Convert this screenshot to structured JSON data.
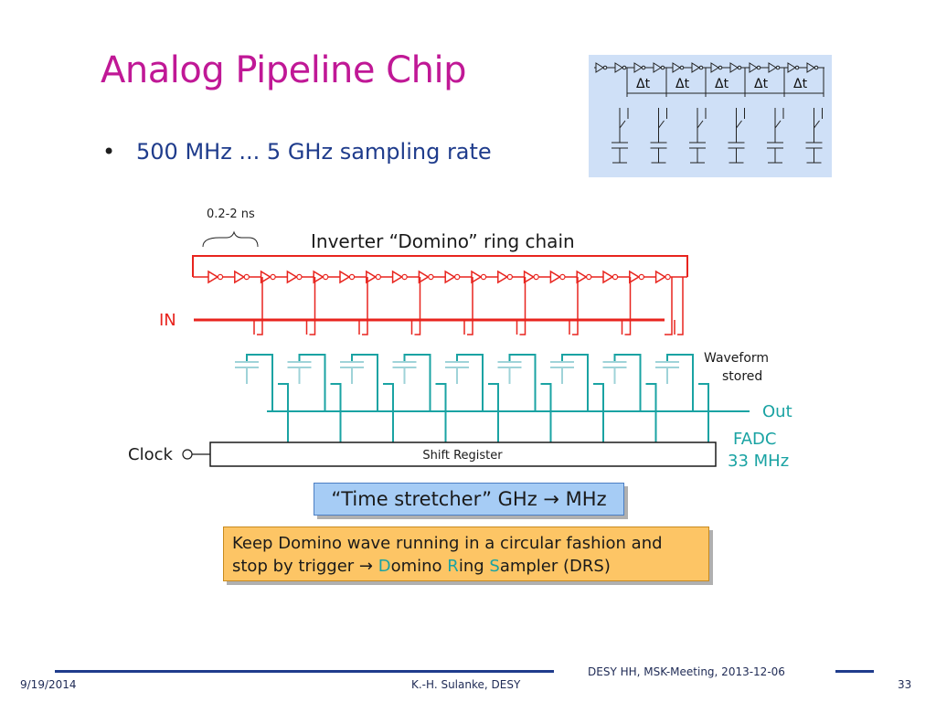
{
  "slide": {
    "title": "Analog Pipeline Chip",
    "bullets": [
      {
        "symbol": "•",
        "text": "500 MHz ... 5 GHz sampling rate"
      }
    ]
  },
  "inset_diagram": {
    "delay_label": "Δt",
    "stage_count": 5
  },
  "main_diagram": {
    "timing_label": "0.2-2 ns",
    "chain_label": "Inverter “Domino” ring chain",
    "input_label": "IN",
    "waveform_label_line1": "Waveform",
    "waveform_label_line2": "stored",
    "output_label": "Out",
    "fadc_label_line1": "FADC",
    "fadc_label_line2": "33 MHz",
    "clock_label": "Clock",
    "shift_register_label": "Shift Register",
    "colors": {
      "red": "#e8241e",
      "teal": "#1aa3a3",
      "black": "#1a1a1a"
    }
  },
  "callouts": {
    "time_stretcher": "“Time stretcher” GHz → MHz",
    "keep_line1": "Keep Domino wave running in a circular fashion and",
    "keep_line2_prefix": "stop by trigger → ",
    "keep_d": "D",
    "keep_omino": "omino ",
    "keep_r": "R",
    "keep_ing": "ing ",
    "keep_s": "S",
    "keep_ampler": "ampler (DRS)"
  },
  "footer": {
    "date": "9/19/2014",
    "author": "K.-H. Sulanke, DESY",
    "meeting": "DESY HH, MSK-Meeting, 2013-12-06",
    "page": "33"
  }
}
